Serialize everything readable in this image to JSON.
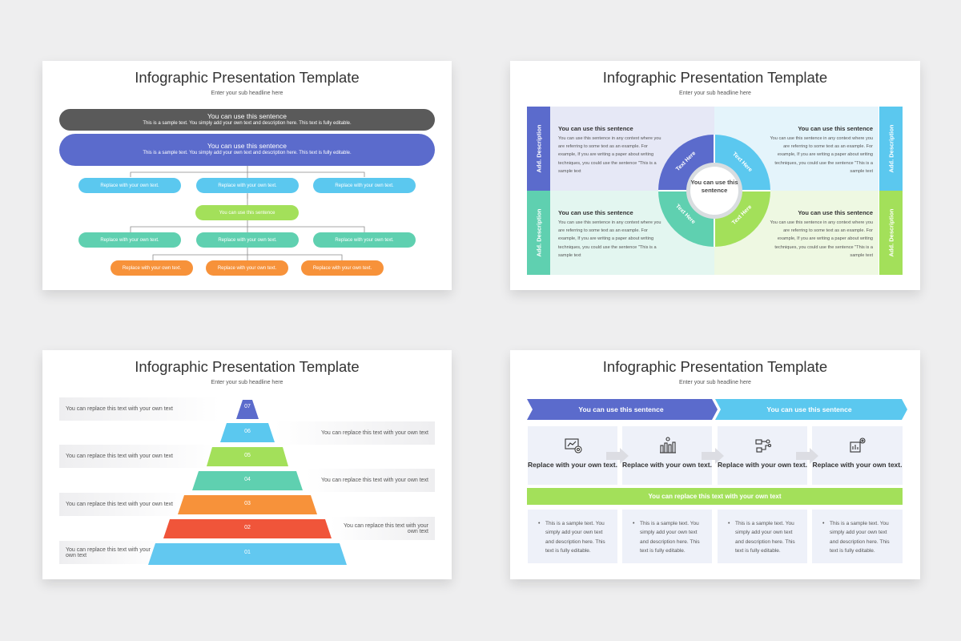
{
  "slides": [
    {
      "title": "Infographic Presentation Template",
      "subtitle": "Enter your sub headline here",
      "top_bars": [
        {
          "heading": "You can use this sentence",
          "text": "This is a sample text. You simply add your own text and description here. This text is fully editable.",
          "color": "#5a5a5a"
        },
        {
          "heading": "You can use this sentence",
          "text": "This is a sample text. You simply add your own text and description here. This text is fully editable.",
          "color": "#5b6bcc"
        }
      ],
      "row1": [
        "Replace with your own text.",
        "Replace with your own text.",
        "Replace with your own text."
      ],
      "middle": "You can use this sentence",
      "row2": [
        "Replace with your own text.",
        "Replace with your own text.",
        "Replace with your own text."
      ],
      "row3": [
        "Replace with your own text.",
        "Replace with your own text.",
        "Replace with your own text."
      ]
    },
    {
      "title": "Infographic Presentation Template",
      "subtitle": "Enter your sub headline here",
      "center_text": "You can use this sentence",
      "side_tabs": [
        "Add. Description",
        "Add. Description",
        "Add. Description",
        "Add. Description"
      ],
      "segments": [
        "Text Here",
        "Text Here",
        "Text Here",
        "Text Here"
      ],
      "quadrants": [
        {
          "heading": "You can use this sentence",
          "text": "You can use this sentence in any context where you are referring to some text as an example. For example, If you are writing a paper about writing techniques, you could use the sentence \"This is a sample text"
        },
        {
          "heading": "You can use this sentence",
          "text": "You can use this sentence in any context where you are referring to some text as an example. For example, If you are writing a paper about writing techniques, you could use the sentence \"This is a sample text"
        },
        {
          "heading": "You can use this sentence",
          "text": "You can use this sentence in any context where you are referring to some text as an example. For example, If you are writing a paper about writing techniques, you could use the sentence \"This is a sample text"
        },
        {
          "heading": "You can use this sentence",
          "text": "You can use this sentence in any context where you are referring to some text as an example. For example, If you are writing a paper about writing techniques, you could use the sentence \"This is a sample text"
        }
      ],
      "colors": {
        "blue": "#5b6bcc",
        "sky": "#5bc8ef",
        "teal": "#5fd0b0",
        "green": "#a3e05a"
      }
    },
    {
      "title": "Infographic Presentation Template",
      "subtitle": "Enter your sub headline here",
      "levels": [
        {
          "num": "07",
          "text": "You can replace this text with your own text",
          "color": "#5b6bcc"
        },
        {
          "num": "06",
          "text": "You can replace this text with your own text",
          "color": "#5bc8ef"
        },
        {
          "num": "05",
          "text": "You can replace this text with your own text",
          "color": "#a3e05a"
        },
        {
          "num": "04",
          "text": "You can replace this text with your own text",
          "color": "#5fd0b0"
        },
        {
          "num": "03",
          "text": "You can replace this text with your own text",
          "color": "#f7923a"
        },
        {
          "num": "02",
          "text": "You can replace this text with your own text",
          "color": "#f0553a"
        },
        {
          "num": "01",
          "text": "You can replace this text with your own text",
          "color": "#62c8f0"
        }
      ]
    },
    {
      "title": "Infographic Presentation Template",
      "subtitle": "Enter your sub headline here",
      "banners": [
        "You can use this sentence",
        "You can use this sentence"
      ],
      "cards": [
        {
          "label": "Replace with your own text.",
          "icon": "dashboard-icon"
        },
        {
          "label": "Replace with your own text.",
          "icon": "bar-chart-person-icon"
        },
        {
          "label": "Replace with your own text.",
          "icon": "circuit-chart-icon"
        },
        {
          "label": "Replace with your own text.",
          "icon": "gear-board-icon"
        }
      ],
      "green_bar": "You can replace this text with your own text",
      "descriptions": [
        "This is a sample text. You simply add your own text and description here. This text is fully editable.",
        "This is a sample text. You simply add your own text and description here. This text is fully editable.",
        "This is a sample text. You simply add your own text and description here. This text is fully editable.",
        "This is a sample text. You simply add your own text and description here. This text is fully editable."
      ]
    }
  ]
}
